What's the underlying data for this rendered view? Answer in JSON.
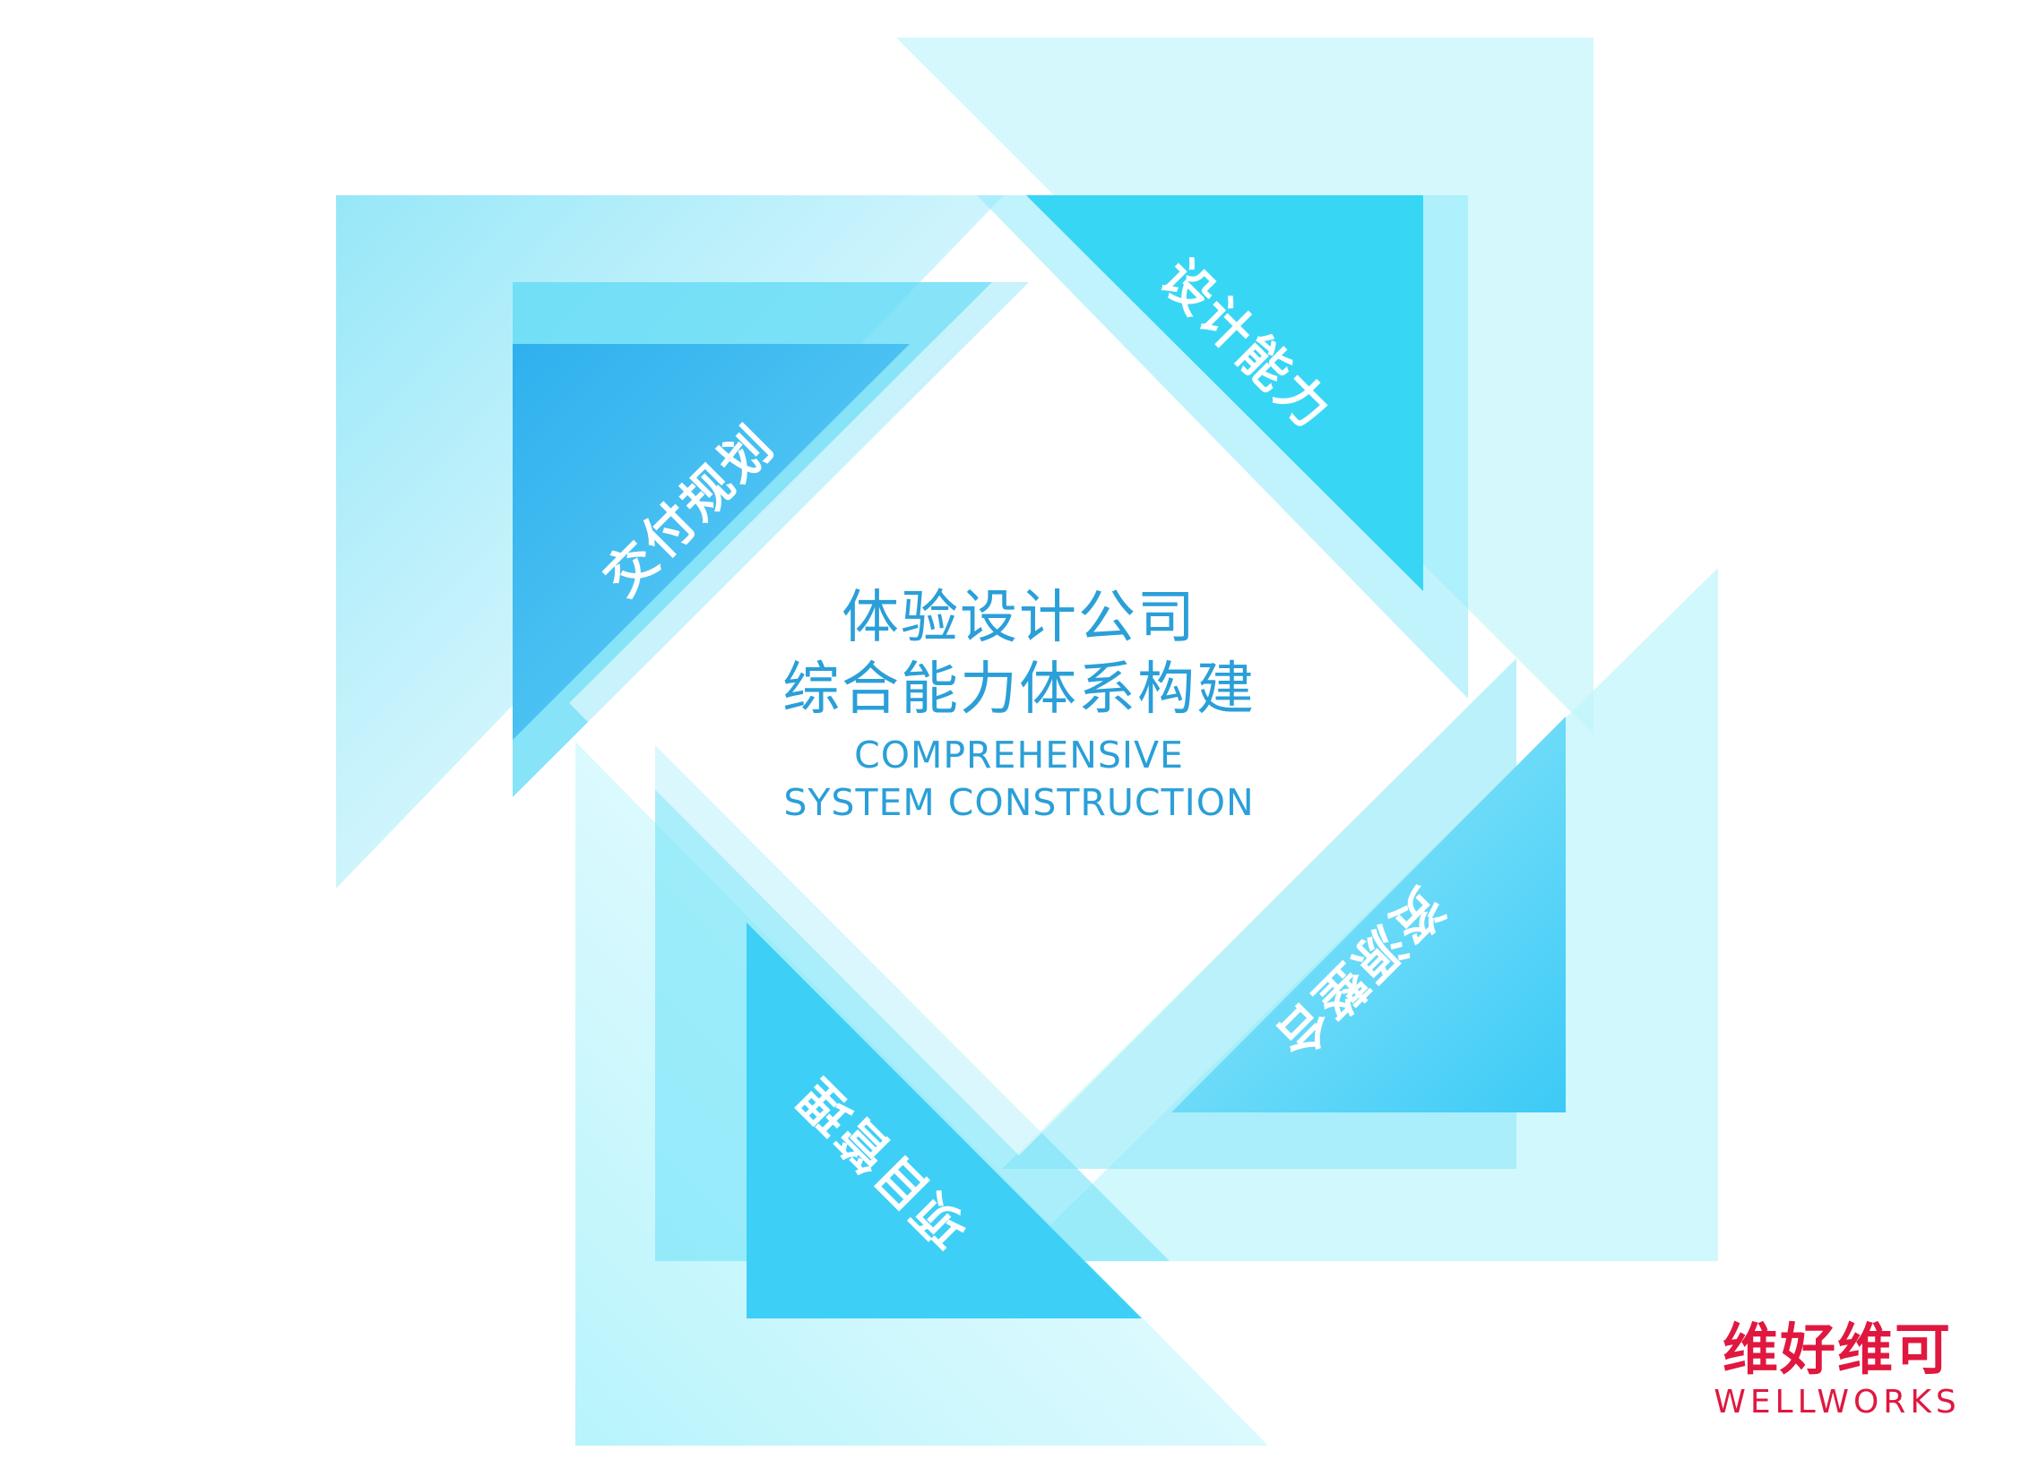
{
  "title": {
    "zh_line1": "体验设计公司",
    "zh_line2": "综合能力体系构建",
    "en_line1": "COMPREHENSIVE",
    "en_line2": "SYSTEM CONSTRUCTION"
  },
  "segments": [
    {
      "label": "交付规划"
    },
    {
      "label": "设计能力"
    },
    {
      "label": "资源整合"
    },
    {
      "label": "项目管理"
    }
  ],
  "logo": {
    "zh": "维好维可",
    "en": "WELLWORKS"
  },
  "colors": {
    "title_text": "#2a9fd8",
    "light_cyan": "#bff4fb",
    "mid_cyan": "#5fdff5",
    "deep_blue": "#31b4ef",
    "logo_red": "#e0173f"
  }
}
